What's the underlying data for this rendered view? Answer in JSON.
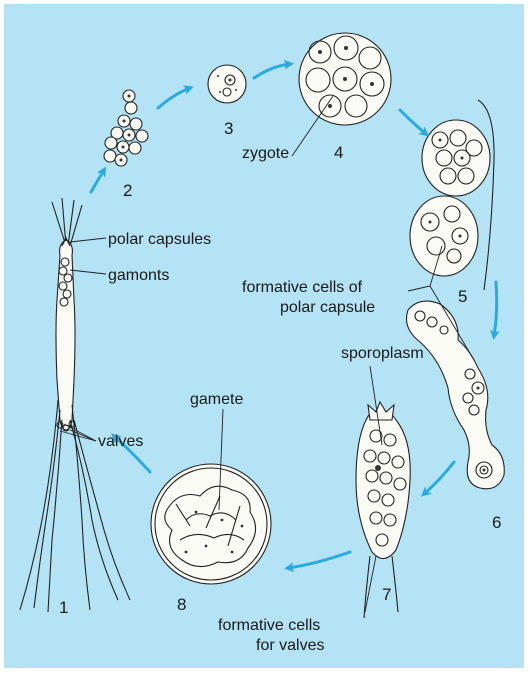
{
  "colors": {
    "background": "#b3e3f5",
    "arrow": "#29abe2",
    "ink": "#222222",
    "cell_fill": "#fbfbf6"
  },
  "stages": [
    "1",
    "2",
    "3",
    "4",
    "5",
    "6",
    "7",
    "8"
  ],
  "labels": {
    "polar_capsules": "polar capsules",
    "gamonts": "gamonts",
    "valves": "valves",
    "zygote": "zygote",
    "formative_cells_polar_1": "formative cells of",
    "formative_cells_polar_2": "polar capsule",
    "sporoplasm": "sporoplasm",
    "gamete": "gamete",
    "formative_cells_valves_1": "formative cells",
    "formative_cells_valves_2": "for valves"
  }
}
